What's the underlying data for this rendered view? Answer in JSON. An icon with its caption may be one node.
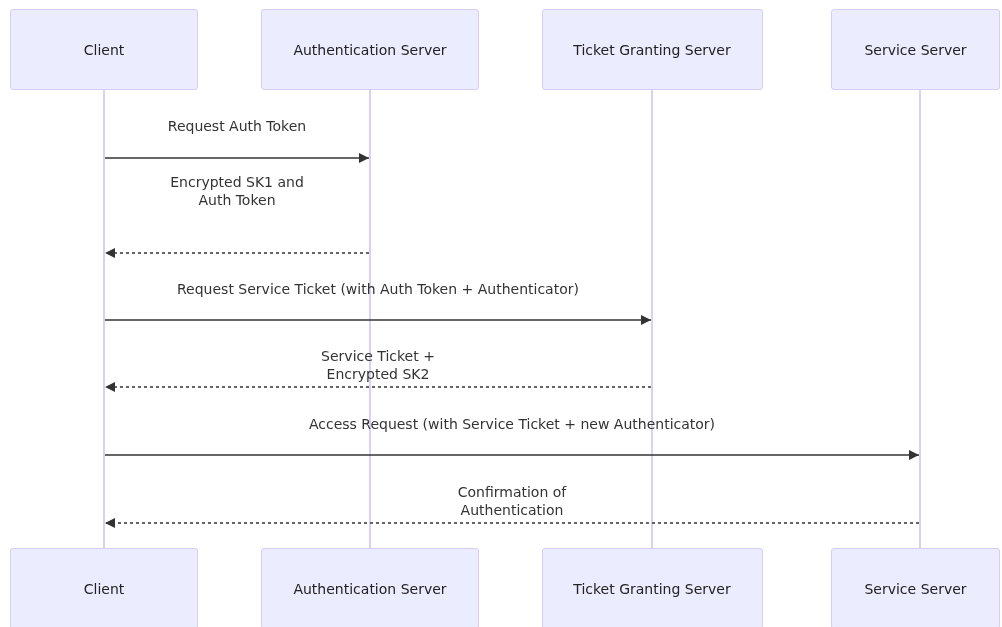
{
  "diagram": {
    "nodes": [
      {
        "text": [
          "Client"
        ]
      },
      {
        "text": [
          "Authentication Server"
        ]
      },
      {
        "text": [
          "Ticket Granting Server"
        ]
      },
      {
        "text": [
          "Service Server"
        ]
      },
      {
        "text": [],
        "shape": "bar"
      },
      {
        "text": [],
        "shape": "bar"
      },
      {
        "text": [],
        "shape": "bar"
      },
      {
        "text": [],
        "shape": "bar"
      },
      {
        "text": [
          "Client"
        ]
      },
      {
        "text": [
          "Authentication Server"
        ]
      },
      {
        "text": [
          "Ticket Granting Server"
        ]
      },
      {
        "text": [
          "Service Server"
        ]
      }
    ],
    "edges": [
      {
        "from": 4,
        "to": 5,
        "arrow": "to",
        "label": "Request Auth Token"
      },
      {
        "from": 5,
        "to": 4,
        "arrow": "to",
        "label": "Encrypted SK1 and Auth Token",
        "style": "dashed"
      },
      {
        "from": 4,
        "to": 6,
        "arrow": "to",
        "label": "Request Service Ticket (with Auth Token + Authenticator)"
      },
      {
        "from": 6,
        "to": 4,
        "arrow": "to",
        "label": "Service Ticket + Encrypted SK2",
        "style": "dashed"
      },
      {
        "from": 4,
        "to": 7,
        "arrow": "to",
        "label": "Access Request (with Service Ticket + new Authenticator)"
      },
      {
        "from": 7,
        "to": 4,
        "arrow": "to",
        "label": "Confirmation of Authentication",
        "style": "dashed"
      }
    ]
  }
}
